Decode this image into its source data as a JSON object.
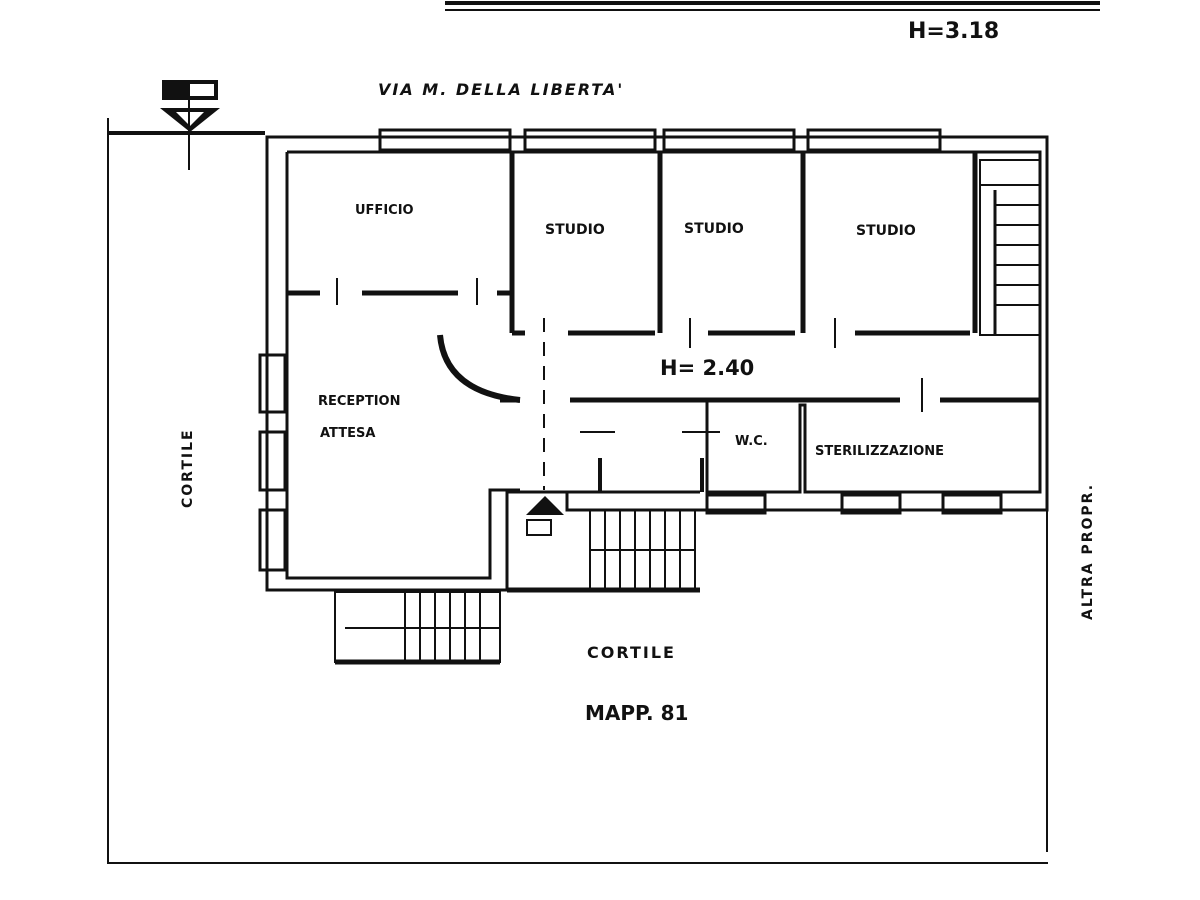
{
  "header": {
    "height_label": "H=3.18"
  },
  "street": "VIA M. DELLA LIBERTA'",
  "rooms": {
    "office": "UFFICIO",
    "studio_1": "STUDIO",
    "studio_2": "STUDIO",
    "studio_3": "STUDIO",
    "corridor_height": "H= 2.40",
    "reception_line1": "RECEPTION",
    "reception_line2": "ATTESA",
    "wc": "W.C.",
    "sterilization": "STERILIZZAZIONE"
  },
  "surroundings": {
    "courtyard_left": "CORTILE",
    "courtyard_bottom": "CORTILE",
    "neighbor": "ALTRA PROPR.",
    "parcel": "MAPP. 81"
  },
  "colors": {
    "ink": "#111111",
    "paper": "#ffffff"
  }
}
